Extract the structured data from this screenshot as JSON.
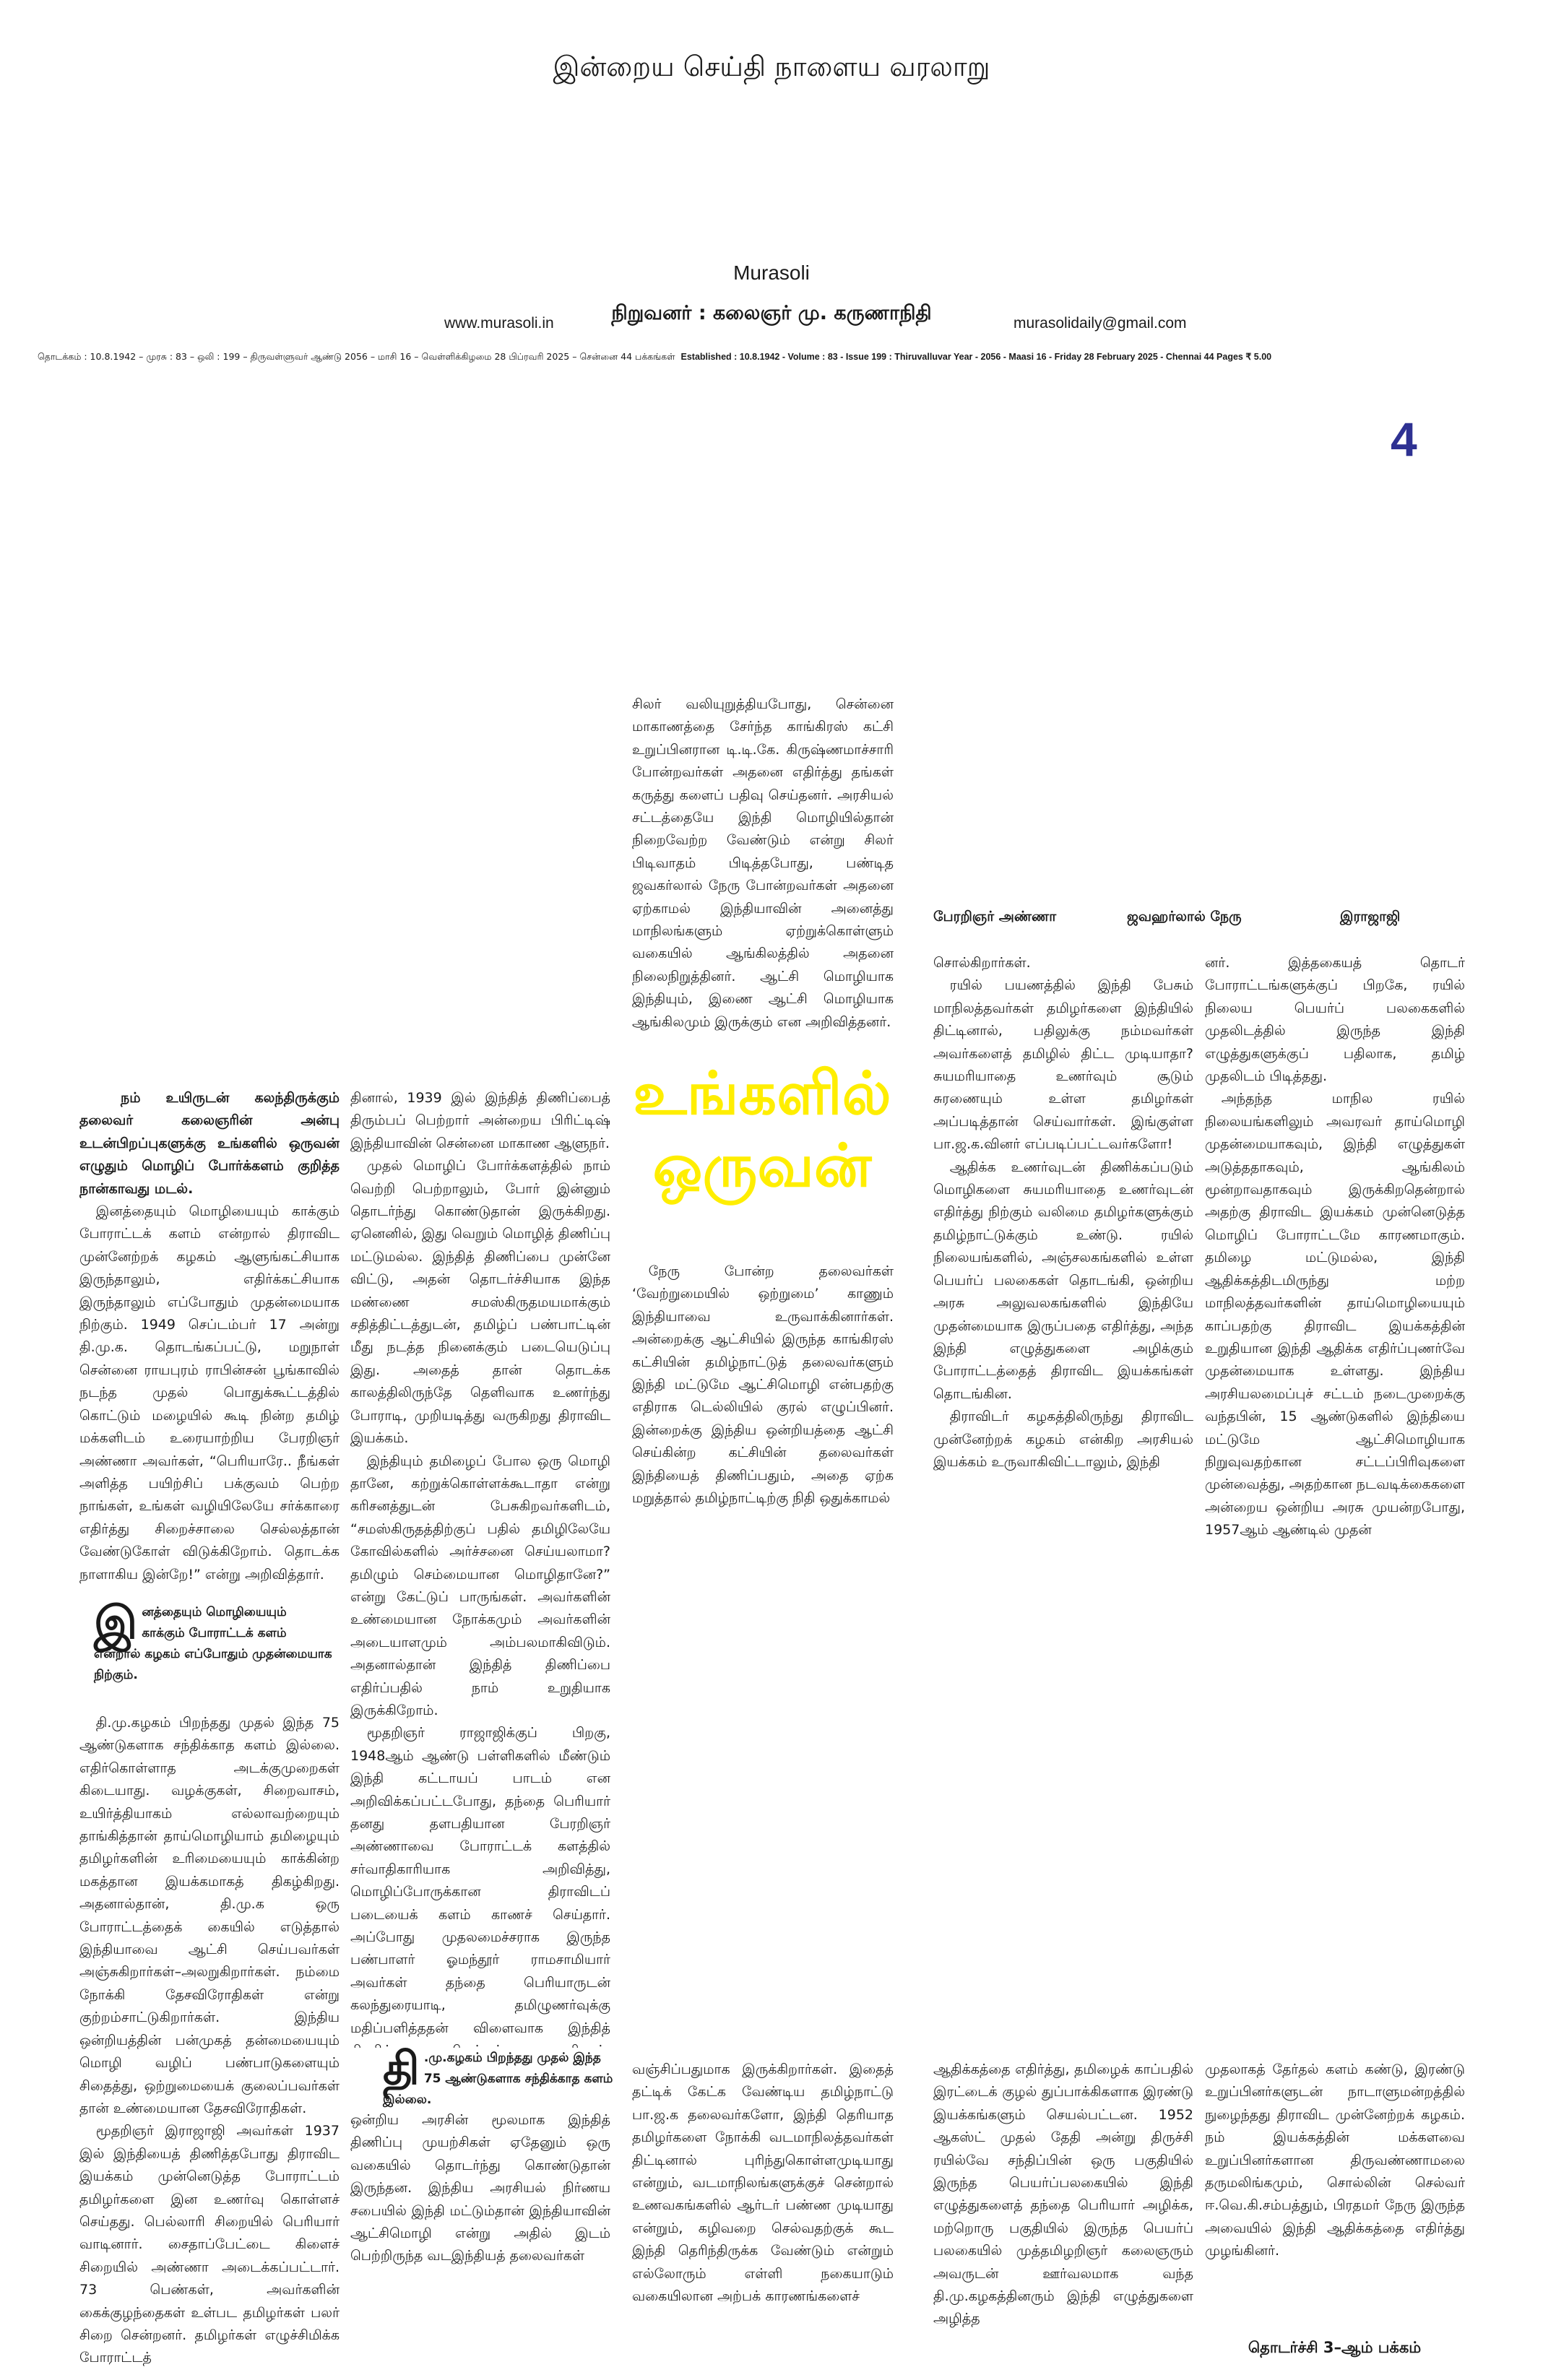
{
  "masthead": {
    "tagline": "இன்றைய செய்தி நாளைய வரலாறு",
    "paper_name": "Murasoli",
    "founder": "நிறுவனர் : கலைஞர் மு. கருணாநிதி",
    "website": "www.murasoli.in",
    "email": "murasolidaily@gmail.com",
    "dateline_tamil": "தொடக்கம் : 10.8.1942 – முரசு : 83 – ஒலி : 199 – திருவள்ளுவர் ஆண்டு 2056 – மாசி 16 – வெள்ளிக்கிழமை 28 பிப்ரவரி 2025 – சென்னை 44 பக்கங்கள்",
    "dateline_english": "Established : 10.8.1942 - Volume : 83 - Issue 199 : Thiruvalluvar Year - 2056 - Maasi 16 - Friday 28 February 2025 - Chennai 44 Pages ₹ 5.00",
    "page_number": "4"
  },
  "colors": {
    "headline": "#ffee00",
    "page_number": "#2e3192"
  },
  "article": {
    "headline": "உங்களில் ஒருவன்",
    "photo_captions": [
      "பேரறிஞர் அண்ணா",
      "ஜவஹர்லால் நேரு",
      "இராஜாஜி"
    ],
    "lead": "நம் உயிருடன் கலந்திருக்கும் தலைவர் கலைஞரின் அன்பு உடன்பிறப்புகளுக்கு உங்களில் ஒருவன் எழுதும் மொழிப் போர்க்களம் குறித்த நான்காவது மடல்.",
    "col1_top": [
      "இனத்தையும் மொழியையும் காக்கும் போராட்டக் களம் என்றால் திராவிட முன்னேற்றக் கழகம் ஆளுங்கட்சியாக இருந்தாலும், எதிர்க்கட்சியாக இருந்தாலும் எப்போதும் முதன்மையாக நிற்கும். 1949 செப்டம்பர் 17 அன்று தி.மு.க. தொடங்கப்பட்டு, மறுநாள் சென்னை ராயபுரம் ராபின்சன் பூங்காவில் நடந்த முதல் பொதுக்கூட்டத்தில் கொட்டும் மழையில் கூடி நின்ற தமிழ் மக்களிடம் உரையாற்றிய பேரறிஞர் அண்ணா அவர்கள், “பெரியாரே.. நீங்கள் அளித்த பயிற்சிப் பக்குவம் பெற்ற நாங்கள், உங்கள் வழியிலேயே சர்க்காரை எதிர்த்து சிறைச்சாலை செல்லத்தான் வேண்டுகோள் விடுக்கிறோம். தொடக்க நாளாகிய இன்றே!” என்று அறிவித்தார்."
    ],
    "pull_quote_1": {
      "dropcap": "இ",
      "text": "னத்தையும் மொழியையும் காக்கும் போராட்டக் களம் என்றால் கழகம் எப்போதும் முதன்மையாக நிற்கும்."
    },
    "col1_bottom": [
      "தி.மு.கழகம் பிறந்தது முதல் இந்த 75 ஆண்டுகளாக சந்திக்காத களம் இல்லை. எதிர்கொள்ளாத அடக்குமுறைகள் கிடையாது. வழக்குகள், சிறைவாசம், உயிர்த்தியாகம் எல்லாவற்றையும் தாங்கித்தான் தாய்மொழியாம் தமிழையும் தமிழர்களின் உரிமையையும் காக்கின்ற மகத்தான இயக்கமாகத் திகழ்கிறது. அதனால்தான், தி.மு.க ஒரு போராட்டத்தைக் கையில் எடுத்தால் இந்தியாவை ஆட்சி செய்பவர்கள் அஞ்சுகிறார்கள்–அலறுகிறார்கள். நம்மை நோக்கி தேசவிரோதிகள் என்று குற்றம்சாட்டுகிறார்கள். இந்திய ஒன்றியத்தின் பன்முகத் தன்மையையும் மொழி வழிப் பண்பாடுகளையும் சிதைத்து, ஒற்றுமையைக் குலைப்பவர்கள் தான் உண்மையான தேசவிரோதிகள்.",
      "மூதறிஞர் இராஜாஜி அவர்கள் 1937 இல் இந்தியைத் திணித்தபோது திராவிட இயக்கம் முன்னெடுத்த போராட்டம் தமிழர்களை இன உணர்வு கொள்ளச் செய்தது. பெல்லாரி சிறையில் பெரியார் வாடினார். சைதாப்பேட்டை கிளைச் சிறையில் அண்ணா அடைக்கப்பட்டார். 73 பெண்கள், அவர்களின் கைக்குழந்தைகள் உள்பட தமிழர்கள் பலர் சிறை சென்றனர். தமிழர்கள் எழுச்சிமிக்க போராட்டத்"
    ],
    "col2_top": [
      "தினால், 1939 இல் இந்தித் திணிப்பைத் திரும்பப் பெற்றார் அன்றைய பிரிட்டிஷ் இந்தியாவின் சென்னை மாகாண ஆளுநர்.",
      "முதல் மொழிப் போர்க்களத்தில் நாம் வெற்றி பெற்றாலும், போர் இன்னும் தொடர்ந்து கொண்டுதான் இருக்கிறது. ஏனெனில், இது வெறும் மொழித் திணிப்பு மட்டுமல்ல. இந்தித் திணிப்பை முன்னே விட்டு, அதன் தொடர்ச்சியாக இந்த மண்ணை சமஸ்கிருதமயமாக்கும் சதித்திட்டத்துடன், தமிழ்ப் பண்பாட்டின் மீது நடத்த நினைக்கும் படையெடுப்பு இது. அதைத் தான் தொடக்க காலத்திலிருந்தே தெளிவாக உணர்ந்து போராடி, முறியடித்து வருகிறது திராவிட இயக்கம்.",
      "இந்தியும் தமிழைப் போல ஒரு மொழி தானே, கற்றுக்கொள்ளக்கூடாதா என்று கரிசனத்துடன் பேசுகிறவர்களிடம், “சமஸ்கிருதத்திற்குப் பதில் தமிழிலேயே கோவில்களில் அர்ச்சனை செய்யலாமா? தமிழும் செம்மையான மொழிதானே?” என்று கேட்டுப் பாருங்கள். அவர்களின் உண்மையான நோக்கமும் அவர்களின் அடையாளமும் அம்பலமாகிவிடும். அதனால்தான் இந்தித் திணிப்பை எதிர்ப்பதில் நாம் உறுதியாக இருக்கிறோம்.",
      "மூதறிஞர் ராஜாஜிக்குப் பிறகு, 1948ஆம் ஆண்டு பள்ளிகளில் மீண்டும் இந்தி கட்டாயப் பாடம் என அறிவிக்கப்பட்டபோது, தந்தை பெரியார் தனது தளபதியான பேரறிஞர் அண்ணாவை போராட்டக் களத்தில் சர்வாதிகாரியாக அறிவித்து, மொழிப்போருக்கான திராவிடப் படையைக் களம் காணச் செய்தார். அப்போது முதலமைச்சராக இருந்த பண்பாளர் ஓமந்தூர் ராமசாமியார் அவர்கள் தந்தை பெரியாருடன் கலந்துரையாடி, தமிழுணர்வுக்கு மதிப்பளித்ததன் விளைவாக இந்தித் திணிப்பு கைவிடப்பட்டது. எனினும், இந்தியா விடுதலை அடைந்த பிறகும், குடியரசு நாடாக ஆன பிறகும்"
    ],
    "pull_quote_2": {
      "dropcap": "தி",
      "text": ".மு.கழகம் பிறந்தது முதல் இந்த 75 ஆண்டுகளாக சந்திக்காத களம் இல்லை."
    },
    "col2_bottom": [
      "ஒன்றிய அரசின் மூலமாக இந்தித் திணிப்பு முயற்சிகள் ஏதேனும் ஒரு வகையில் தொடர்ந்து கொண்டுதான் இருந்தன. இந்திய அரசியல் நிர்ணய சபையில் இந்தி மட்டும்தான் இந்தியாவின் ஆட்சிமொழி என்று அதில் இடம் பெற்றிருந்த வடஇந்தியத் தலைவர்கள்"
    ],
    "col3_top": [
      "சிலர் வலியுறுத்தியபோது, சென்னை மாகாணத்தை சேர்ந்த காங்கிரஸ் கட்சி உறுப்பினரான டி.டி.கே. கிருஷ்ணமாச்சாரி போன்றவர்கள் அதனை எதிர்த்து தங்கள் கருத்து களைப் பதிவு செய்தனர். அரசியல் சட்டத்தையே இந்தி மொழியில்தான் நிறைவேற்ற வேண்டும் என்று சிலர் பிடிவாதம் பிடித்தபோது, பண்டித ஜவகர்லால் நேரு போன்றவர்கள் அதனை ஏற்காமல் இந்தியாவின் அனைத்து மாநிலங்களும் ஏற்றுக்கொள்ளும் வகையில் ஆங்கிலத்தில் அதனை நிலைநிறுத்தினர். ஆட்சி மொழியாக இந்தியும், இணை ஆட்சி மொழியாக ஆங்கிலமும் இருக்கும் என அறிவித்தனர்."
    ],
    "col3_mid": [
      "நேரு போன்ற தலைவர்கள் ‘வேற்றுமையில் ஒற்றுமை’ காணும் இந்தியாவை உருவாக்கினார்கள். அன்றைக்கு ஆட்சியில் இருந்த காங்கிரஸ் கட்சியின் தமிழ்நாட்டுத் தலைவர்களும் இந்தி மட்டுமே ஆட்சிமொழி என்பதற்கு எதிராக டெல்லியில் குரல் எழுப்பினர். இன்றைக்கு இந்திய ஒன்றியத்தை ஆட்சி செய்கின்ற கட்சியின் தலைவர்கள் இந்தியைத் திணிப்பதும், அதை ஏற்க மறுத்தால் தமிழ்நாட்டிற்கு நிதி ஒதுக்காமல்"
    ],
    "col3_bottom": [
      "வஞ்சிப்பதுமாக இருக்கிறார்கள். இதைத் தட்டிக் கேட்க வேண்டிய தமிழ்நாட்டு பா.ஜ.க தலைவர்களோ, இந்தி தெரியாத தமிழர்களை நோக்கி வடமாநிலத்தவர்கள் திட்டினால் புரிந்துகொள்ளமுடியாது என்றும், வடமாநிலங்களுக்குச் சென்றால் உணவகங்களில் ஆர்டர் பண்ண முடியாது என்றும், கழிவறை செல்வதற்குக் கூட இந்தி தெரிந்திருக்க வேண்டும் என்றும் எல்லோரும் எள்ளி நகையாடும் வகையிலான அற்பக் காரணங்களைச்"
    ],
    "col4_top": [
      "சொல்கிறார்கள்.",
      "ரயில் பயணத்தில் இந்தி பேசும் மாநிலத்தவர்கள் தமிழர்களை இந்தியில் திட்டினால், பதிலுக்கு நம்மவர்கள் அவர்களைத் தமிழில் திட்ட முடியாதா? சுயமரியாதை உணர்வும் சூடும் சுரணையும் உள்ள தமிழர்கள் அப்படித்தான் செய்வார்கள். இங்குள்ள பா.ஜ.க.வினர் எப்படிப்பட்டவர்களோ!",
      "ஆதிக்க உணர்வுடன் திணிக்கப்படும் மொழிகளை சுயமரியாதை உணர்வுடன் எதிர்த்து நிற்கும் வலிமை தமிழர்களுக்கும் தமிழ்நாட்டுக்கும் உண்டு. ரயில் நிலையங்களில், அஞ்சலகங்களில் உள்ள பெயர்ப் பலகைகள் தொடங்கி, ஒன்றிய அரசு அலுவலகங்களில் இந்தியே முதன்மையாக இருப்பதை எதிர்த்து, அந்த இந்தி எழுத்துகளை அழிக்கும் போராட்டத்தைத் திராவிட இயக்கங்கள் தொடங்கின.",
      "திராவிடர் கழகத்திலிருந்து திராவிட முன்னேற்றக் கழகம் என்கிற அரசியல் இயக்கம் உருவாகிவிட்டாலும், இந்தி"
    ],
    "col4_bottom": [
      "ஆதிக்கத்தை எதிர்த்து, தமிழைக் காப்பதில் இரட்டைக் குழல் துப்பாக்கிகளாக இரண்டு இயக்கங்களும் செயல்பட்டன. 1952 ஆகஸ்ட் முதல் தேதி அன்று திருச்சி ரயில்வே சந்திப்பின் ஒரு பகுதியில் இருந்த பெயர்ப்பலகையில் இந்தி எழுத்துகளைத் தந்தை பெரியார் அழிக்க, மற்றொரு பகுதியில் இருந்த பெயர்ப் பலகையில் முத்தமிழறிஞர் கலைஞரும் அவருடன் ஊர்வலமாக வந்த தி.மு.கழகத்தினரும் இந்தி எழுத்துகளை அழித்த"
    ],
    "col5_top": [
      "னர். இத்தகையத் தொடர் போராட்டங்களுக்குப் பிறகே, ரயில் நிலைய பெயர்ப் பலகைகளில் முதலிடத்தில் இருந்த இந்தி எழுத்துகளுக்குப் பதிலாக, தமிழ் முதலிடம் பிடித்தது.",
      "அந்தந்த மாநில ரயில் நிலையங்களிலும் அவரவர் தாய்மொழி முதன்மையாகவும், இந்தி எழுத்துகள் அடுத்ததாகவும், ஆங்கிலம் மூன்றாவதாகவும் இருக்கிறதென்றால் அதற்கு திராவிட இயக்கம் முன்னெடுத்த மொழிப் போராட்டமே காரணமாகும். தமிழை மட்டுமல்ல, இந்தி ஆதிக்கத்திடமிருந்து மற்ற மாநிலத்தவர்களின் தாய்மொழியையும் காப்பதற்கு திராவிட இயக்கத்தின் உறுதியான இந்தி ஆதிக்க எதிர்ப்புணர்வே முதன்மையாக உள்ளது. இந்திய அரசியலமைப்புச் சட்டம் நடைமுறைக்கு வந்தபின், 15 ஆண்டுகளில் இந்தியை மட்டுமே ஆட்சிமொழியாக நிறுவுவதற்கான சட்டப்பிரிவுகளை முன்வைத்து, அதற்கான நடவடிக்கைகளை அன்றைய ஒன்றிய அரசு முயன்றபோது, 1957ஆம் ஆண்டில் முதன்"
    ],
    "col5_bottom": [
      "முதலாகத் தேர்தல் களம் கண்டு, இரண்டு உறுப்பினர்களுடன் நாடாளுமன்றத்தில் நுழைந்தது திராவிட முன்னேற்றக் கழகம். நம் இயக்கத்தின் மக்களவை உறுப்பினர்களான திருவண்ணாமலை தருமலிங்கமும், சொல்லின் செல்வர் ஈ.வெ.கி.சம்பத்தும், பிரதமர் நேரு இருந்த அவையில் இந்தி ஆதிக்கத்தை எதிர்த்து முழங்கினர்."
    ],
    "continued": "தொடர்ச்சி 3–ஆம் பக்கம்"
  }
}
